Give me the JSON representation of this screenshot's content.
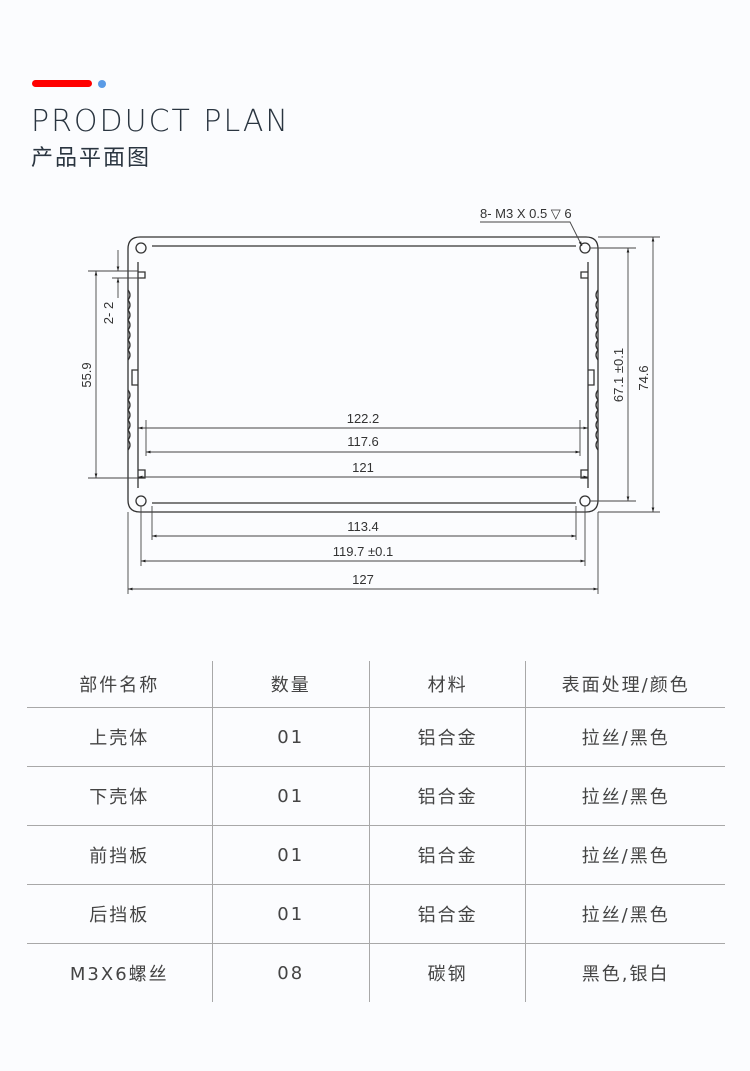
{
  "header": {
    "title_en": "PRODUCT PLAN",
    "title_cn": "产品平面图",
    "accent_colors": {
      "bar": "#ff0000",
      "dot": "#5a9be6"
    }
  },
  "drawing": {
    "callout": "8- M3 X 0.5 ▽ 6",
    "dimensions": {
      "inner_width_1": "122.2",
      "inner_width_2": "117.6",
      "inner_width_3": "121",
      "bottom_width_1": "113.4",
      "bottom_width_2": "119.7 ±0.1",
      "overall_width": "127",
      "left_height": "55.9",
      "slot": "2- 2",
      "hole_pitch_height": "67.1 ±0.1",
      "overall_height": "74.6"
    }
  },
  "table": {
    "headers": [
      "部件名称",
      "数量",
      "材料",
      "表面处理/颜色"
    ],
    "rows": [
      [
        "上壳体",
        "01",
        "铝合金",
        "拉丝/黑色"
      ],
      [
        "下壳体",
        "01",
        "铝合金",
        "拉丝/黑色"
      ],
      [
        "前挡板",
        "01",
        "铝合金",
        "拉丝/黑色"
      ],
      [
        "后挡板",
        "01",
        "铝合金",
        "拉丝/黑色"
      ],
      [
        "M3X6螺丝",
        "08",
        "碳钢",
        "黑色,银白"
      ]
    ]
  }
}
